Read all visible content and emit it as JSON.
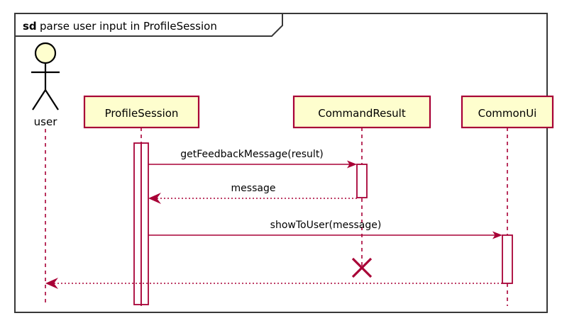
{
  "diagram": {
    "type": "uml-sequence-diagram",
    "frame": {
      "keyword": "sd",
      "title": "parse user input in ProfileSession"
    },
    "colors": {
      "participant_fill": "#FEFECE",
      "participant_border": "#A80036",
      "message_line": "#A80036",
      "frame_border": "#383838",
      "text": "#000000",
      "actor_head_fill": "#FEFECE",
      "actor_stroke": "#000000",
      "activation_fill": "#FFFFFF",
      "background": "#FFFFFF"
    },
    "actors": [
      {
        "id": "user",
        "label": "user",
        "kind": "actor"
      }
    ],
    "participants": [
      {
        "id": "profilesession",
        "label": "ProfileSession",
        "kind": "participant"
      },
      {
        "id": "commandresult",
        "label": "CommandResult",
        "kind": "participant"
      },
      {
        "id": "commonui",
        "label": "CommonUi",
        "kind": "participant"
      }
    ],
    "messages": [
      {
        "index": 1,
        "label": "getFeedbackMessage(result)",
        "from": "profilesession",
        "to": "commandresult",
        "style": "solid",
        "arrow": "filled",
        "direction": "right"
      },
      {
        "index": 2,
        "label": "message",
        "from": "commandresult",
        "to": "profilesession",
        "style": "dotted",
        "arrow": "open",
        "direction": "left"
      },
      {
        "index": 3,
        "label": "showToUser(message)",
        "from": "profilesession",
        "to": "commonui",
        "style": "solid",
        "arrow": "filled",
        "direction": "right"
      },
      {
        "index": 4,
        "label": "",
        "from": "commonui",
        "to": "user",
        "style": "dotted",
        "arrow": "open",
        "direction": "left"
      }
    ],
    "destroy_markers": [
      {
        "target": "commandresult",
        "symbol": "X"
      }
    ]
  }
}
